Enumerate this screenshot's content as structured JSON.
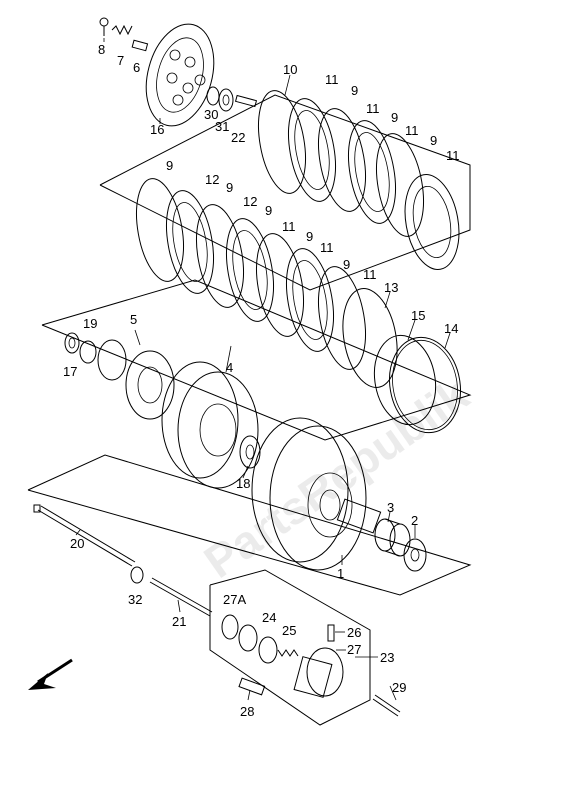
{
  "labels": {
    "l1": "1",
    "l2": "2",
    "l3": "3",
    "l4": "4",
    "l5": "5",
    "l6": "6",
    "l7": "7",
    "l8": "8",
    "l9a": "9",
    "l9b": "9",
    "l9c": "9",
    "l9d": "9",
    "l9e": "9",
    "l9f": "9",
    "l9g": "9",
    "l10": "10",
    "l11a": "11",
    "l11b": "11",
    "l11c": "11",
    "l11d": "11",
    "l11e": "11",
    "l11f": "11",
    "l11g": "11",
    "l12a": "12",
    "l12b": "12",
    "l13": "13",
    "l14": "14",
    "l15": "15",
    "l16": "16",
    "l17": "17",
    "l18": "18",
    "l19": "19",
    "l20": "20",
    "l21": "21",
    "l22": "22",
    "l23": "23",
    "l24": "24",
    "l25": "25",
    "l26": "26",
    "l27": "27",
    "l27a": "27A",
    "l28": "28",
    "l29": "29",
    "l30": "30",
    "l31": "31",
    "l32": "32"
  },
  "watermark": "PartsRepublik"
}
